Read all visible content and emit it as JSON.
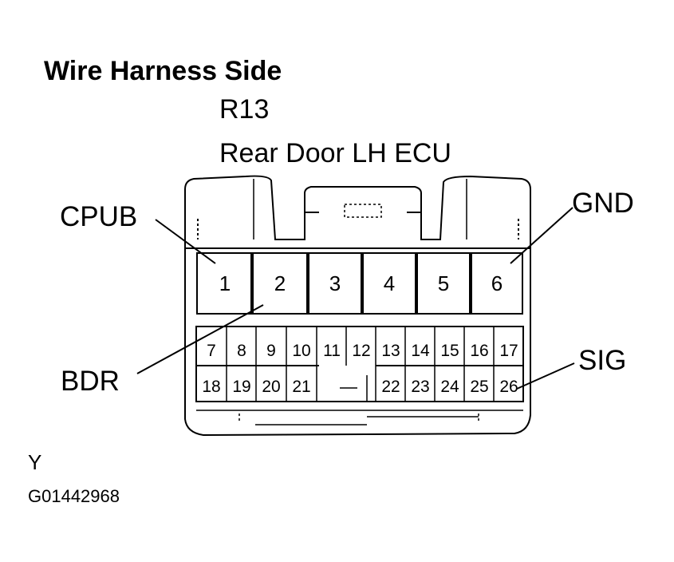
{
  "heading": "Wire Harness Side",
  "connector_code": "R13",
  "component_name": "Rear Door LH ECU",
  "pin_labels": {
    "cpub": "CPUB",
    "gnd": "GND",
    "bdr": "BDR",
    "sig": "SIG"
  },
  "pins_top_row": [
    "1",
    "2",
    "3",
    "4",
    "5",
    "6"
  ],
  "pins_mid_row": [
    "7",
    "8",
    "9",
    "10",
    "11",
    "12",
    "13",
    "14",
    "15",
    "16",
    "17"
  ],
  "pins_bottom_left": [
    "18",
    "19",
    "20",
    "21"
  ],
  "pins_bottom_right": [
    "22",
    "23",
    "24",
    "25",
    "26"
  ],
  "footer_mark": "Y",
  "figure_id": "G01442968"
}
